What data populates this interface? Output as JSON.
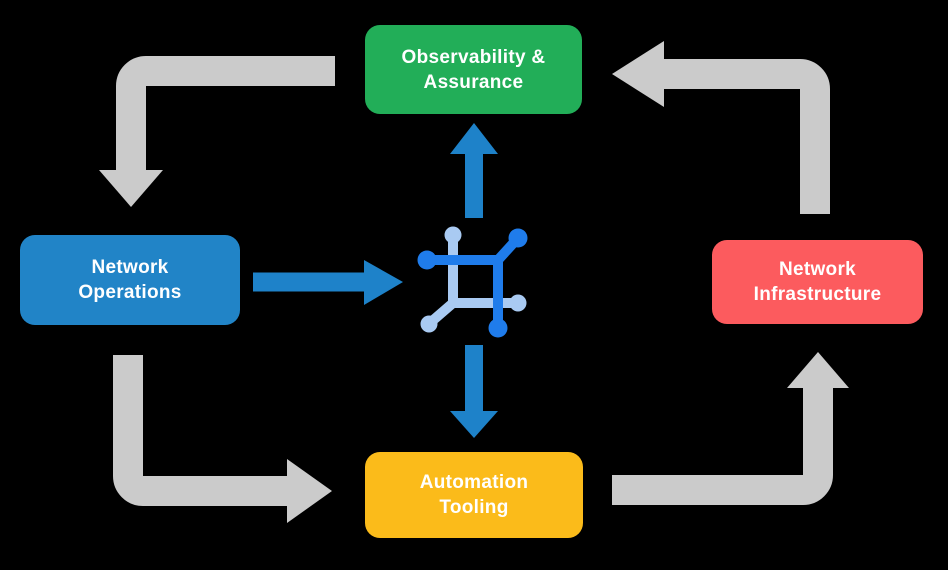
{
  "diagram": {
    "name": "network-automation-lifecycle-diagram",
    "background_color": "#000000",
    "boxes": {
      "observability": {
        "label": "Observability &\nAssurance",
        "color": "#22AE58",
        "text_color": "#FFFFFF"
      },
      "operations": {
        "label": "Network\nOperations",
        "color": "#2184C7",
        "text_color": "#FFFFFF"
      },
      "infrastructure": {
        "label": "Network\nInfrastructure",
        "color": "#FC5B5E",
        "text_color": "#FFFFFF"
      },
      "automation": {
        "label": "Automation\nTooling",
        "color": "#FBBB1A",
        "text_color": "#FFFFFF"
      }
    },
    "center_icon": {
      "name": "network-fabric-icon",
      "dark_color": "#1F7CEB",
      "light_color": "#A9CAF2"
    },
    "arrow_colors": {
      "cycle_arrows": "#CBCBCB",
      "platform_arrows": "#1E82C9"
    },
    "flows": [
      {
        "from": "Observability & Assurance",
        "to": "Network Operations",
        "style": "gray-cycle"
      },
      {
        "from": "Network Operations",
        "to": "Automation Tooling",
        "style": "gray-cycle"
      },
      {
        "from": "Automation Tooling",
        "to": "Network Infrastructure",
        "style": "gray-cycle"
      },
      {
        "from": "Network Infrastructure",
        "to": "Observability & Assurance",
        "style": "gray-cycle"
      },
      {
        "from": "Network Operations",
        "to": "network-fabric-icon",
        "style": "blue-platform"
      },
      {
        "from": "network-fabric-icon",
        "to": "Observability & Assurance",
        "style": "blue-platform"
      },
      {
        "from": "network-fabric-icon",
        "to": "Automation Tooling",
        "style": "blue-platform"
      }
    ]
  }
}
